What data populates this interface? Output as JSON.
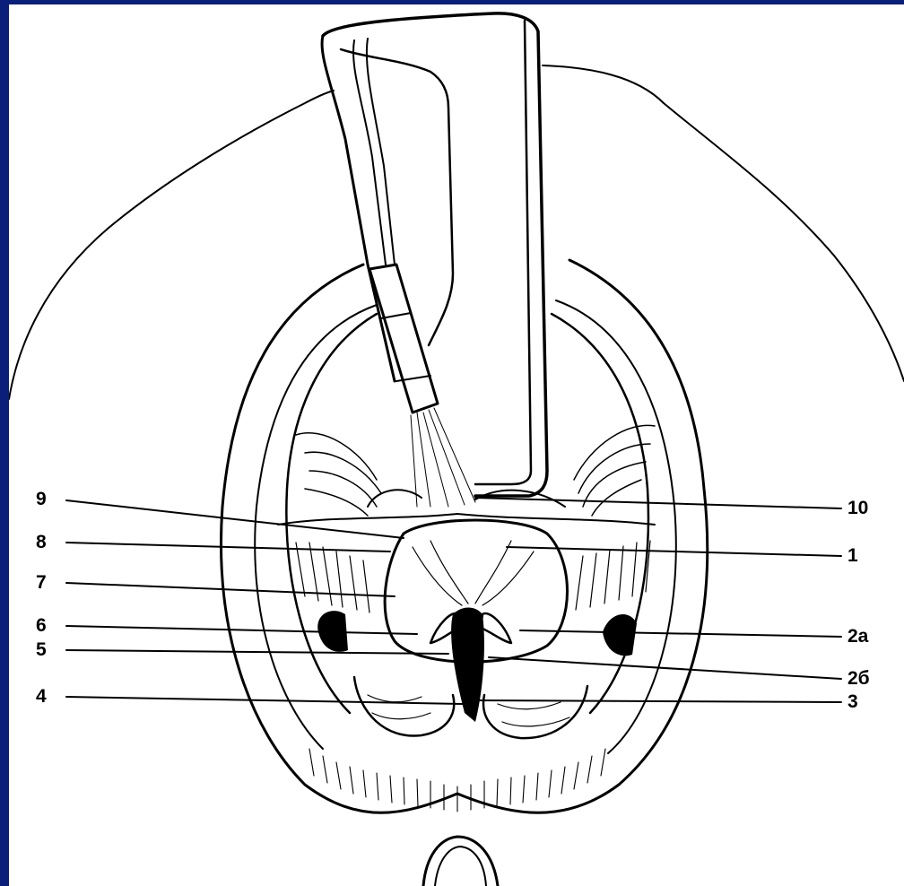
{
  "labels": {
    "left": [
      {
        "id": "9",
        "text": "9"
      },
      {
        "id": "8",
        "text": "8"
      },
      {
        "id": "7",
        "text": "7"
      },
      {
        "id": "6",
        "text": "6"
      },
      {
        "id": "5",
        "text": "5"
      },
      {
        "id": "4",
        "text": "4"
      }
    ],
    "right": [
      {
        "id": "10",
        "text": "10"
      },
      {
        "id": "1",
        "text": "1"
      },
      {
        "id": "2a",
        "text": "2a"
      },
      {
        "id": "2b",
        "text": "2б"
      },
      {
        "id": "3",
        "text": "3"
      }
    ]
  },
  "colors": {
    "frame_border": "#0a1f7a",
    "background": "#ffffff",
    "ink": "#000000"
  }
}
